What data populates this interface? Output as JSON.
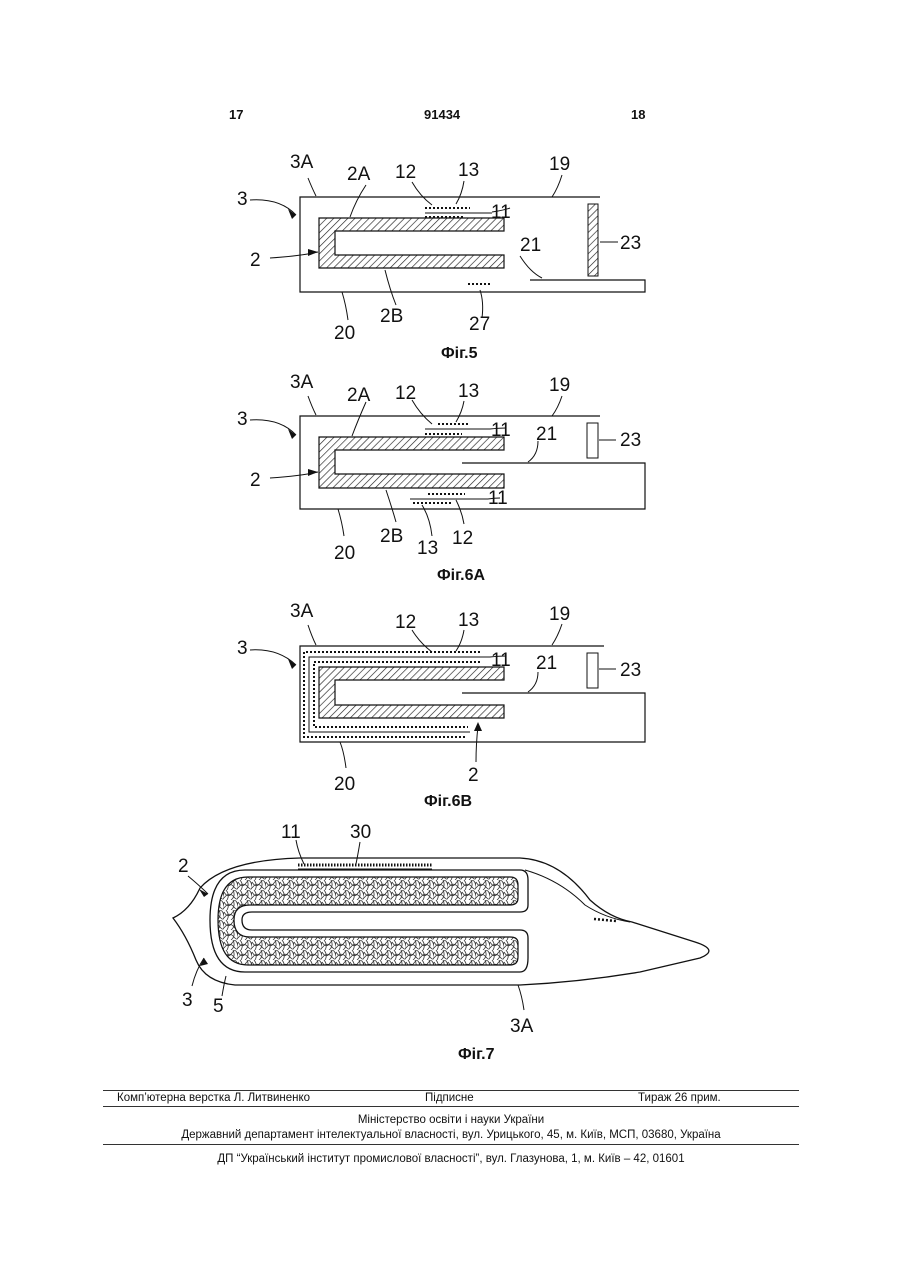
{
  "header": {
    "left_page": "17",
    "patent_number": "91434",
    "right_page": "18"
  },
  "fig5": {
    "caption": "Фіг.5",
    "labels": {
      "3A": "3А",
      "2A": "2А",
      "12": "12",
      "13": "13",
      "19": "19",
      "3": "3",
      "11": "11",
      "23": "23",
      "2": "2",
      "21": "21",
      "27": "27",
      "2B": "2В",
      "20": "20"
    }
  },
  "fig6a": {
    "caption": "Фіг.6А",
    "labels": {
      "3A": "3А",
      "2A": "2А",
      "12": "12",
      "13": "13",
      "19": "19",
      "3": "3",
      "11": "11",
      "21": "21",
      "23": "23",
      "2": "2",
      "11b": "11",
      "20": "20",
      "2B": "2В",
      "13b": "13",
      "12b": "12"
    }
  },
  "fig6b": {
    "caption": "Фіг.6В",
    "labels": {
      "3A": "3А",
      "12": "12",
      "13": "13",
      "19": "19",
      "3": "3",
      "11": "11",
      "21": "21",
      "23": "23",
      "20": "20",
      "2": "2"
    }
  },
  "fig7": {
    "caption": "Фіг.7",
    "labels": {
      "11": "11",
      "30": "30",
      "2": "2",
      "3": "3",
      "5": "5",
      "3A": "3А"
    }
  },
  "footer": {
    "layout_credit": "Комп’ютерна верстка Л. Литвиненко",
    "signed": "Підписне",
    "print_run": "Тираж 26 прим.",
    "ministry": "Міністерство освіти і науки України",
    "department": "Державний департамент інтелектуальної власності, вул. Урицького, 45, м. Київ, МСП, 03680, Україна",
    "institute": "ДП “Український інститут промислової власності”, вул. Глазунова, 1, м. Київ – 42, 01601"
  }
}
